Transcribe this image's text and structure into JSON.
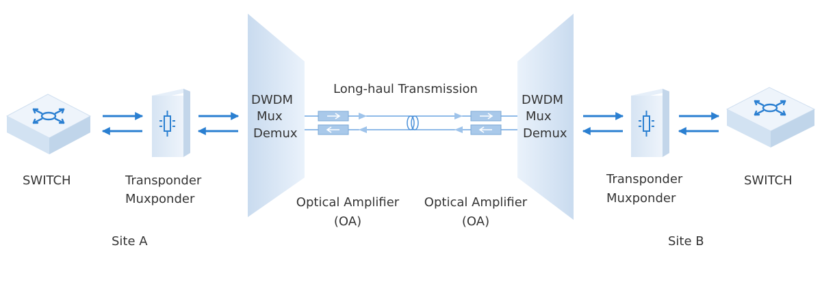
{
  "diagram": {
    "title": "Long-haul Transmission",
    "site_a": {
      "switch_label": "SWITCH",
      "transponder_line1": "Transponder",
      "transponder_line2": "Muxponder",
      "site_label": "Site A"
    },
    "site_b": {
      "switch_label": "SWITCH",
      "transponder_line1": "Transponder",
      "transponder_line2": "Muxponder",
      "site_label": "Site B"
    },
    "mux_left": {
      "line1": "DWDM",
      "line2": "Mux",
      "line3": "Demux"
    },
    "mux_right": {
      "line1": "DWDM",
      "line2": "Mux",
      "line3": "Demux"
    },
    "amp_left": {
      "line1": "Optical Amplifier",
      "line2": "(OA)"
    },
    "amp_right": {
      "line1": "Optical Amplifier",
      "line2": "(OA)"
    },
    "icons": [
      "switch-icon",
      "transponder-icon",
      "optical-amplifier-icon",
      "fiber-coil-icon",
      "arrow-right-icon",
      "arrow-left-icon"
    ],
    "colors": {
      "accent": "#2a7fd1",
      "device_face": "#e8f1fb",
      "device_side": "#c6d9ee",
      "mux_fill": "#d3e2f2",
      "text": "#333333"
    }
  }
}
